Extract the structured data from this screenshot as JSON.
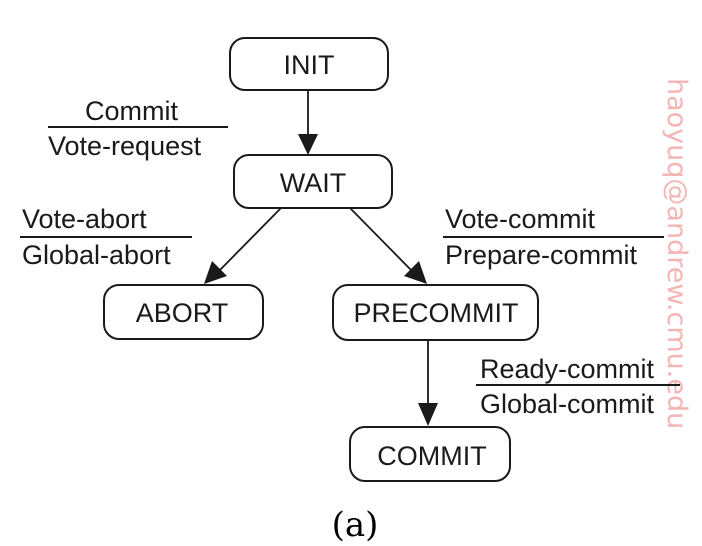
{
  "nodes": {
    "init": "INIT",
    "wait": "WAIT",
    "abort": "ABORT",
    "precommit": "PRECOMMIT",
    "commit": "COMMIT"
  },
  "transitions": {
    "init_to_wait": {
      "event": "Commit",
      "action": "Vote-request"
    },
    "wait_to_abort": {
      "event": "Vote-abort",
      "action": "Global-abort"
    },
    "wait_to_precommit": {
      "event": "Vote-commit",
      "action": "Prepare-commit"
    },
    "precommit_to_commit": {
      "event": "Ready-commit",
      "action": "Global-commit"
    }
  },
  "caption": "(a)",
  "watermark": "haoyuq@andrew.cmu.edu",
  "colors": {
    "ink": "#1a1a1a",
    "watermark": "#f4b5b5",
    "background": "#ffffff"
  }
}
